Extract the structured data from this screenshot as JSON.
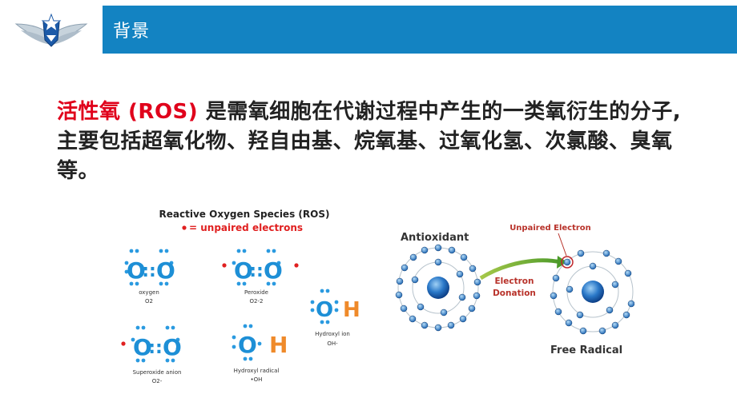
{
  "header": {
    "title": "背景"
  },
  "content": {
    "ros_term": "活性氧 (ROS)",
    "paragraph_rest": " 是需氧细胞在代谢过程中产生的一类氧衍生的分子, 主要包括超氧化物、羟自由基、烷氧基、过氧化氢、次氯酸、臭氧等。"
  },
  "ros_figure": {
    "title": "Reactive Oxygen Species (ROS)",
    "legend": "= unpaired electrons",
    "molecules": [
      {
        "label": "oxygen",
        "formula": "O2"
      },
      {
        "label": "Peroxide",
        "formula": "O2-2"
      },
      {
        "label": "Hydroxyl ion",
        "formula": "OH-"
      },
      {
        "label": "Superoxide anion",
        "formula": "O2-"
      },
      {
        "label": "Hydroxyl radical",
        "formula": "•OH"
      }
    ],
    "symbols": {
      "oxygen": "O",
      "hydrogen": "H",
      "bond": "::"
    },
    "colors": {
      "oxygen": "#1d8fd6",
      "hydrogen": "#ef8a2a",
      "unpaired": "#e02020"
    }
  },
  "radical_figure": {
    "antioxidant_label": "Antioxidant",
    "unpaired_label": "Unpaired Electron",
    "donation_label_1": "Electron",
    "donation_label_2": "Donation",
    "radical_label": "Free Radical"
  }
}
